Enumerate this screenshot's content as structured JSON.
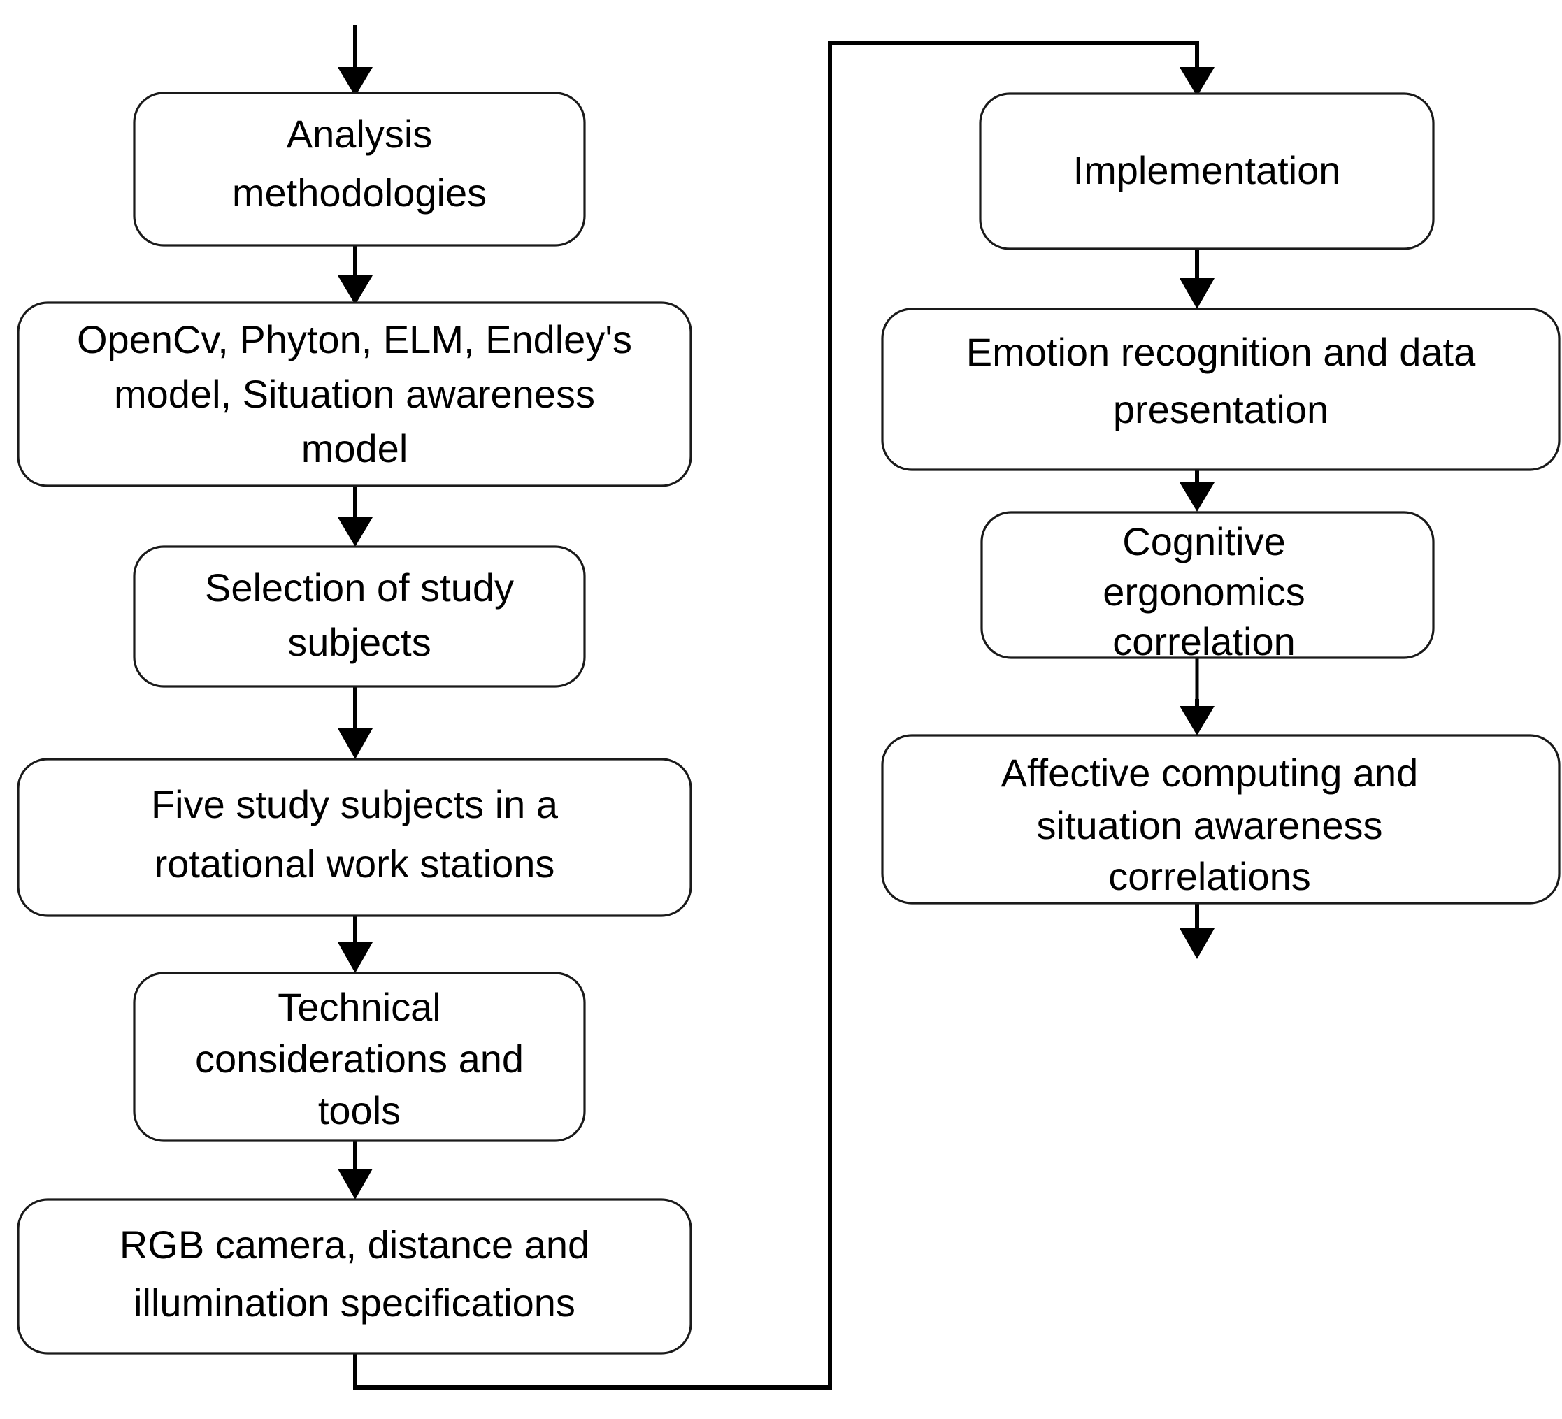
{
  "diagram": {
    "title": "Research methodology flowchart",
    "background_color": "#ffffff",
    "line_color": "#000000",
    "box_stroke_color": "#1a1a1a",
    "box_fill_color": "#ffffff",
    "text_color": "#000000"
  },
  "nodes": {
    "analysis_methodologies": {
      "id": "analysis-methodologies",
      "lines": [
        "Analysis",
        "methodologies"
      ]
    },
    "tools_models": {
      "id": "tools-models",
      "lines": [
        "OpenCv, Phyton, ELM, Endley's",
        "model, Situation awareness",
        "model"
      ]
    },
    "selection_of_subjects": {
      "id": "selection-of-study-subjects",
      "lines": [
        "Selection of study",
        "subjects"
      ]
    },
    "five_subjects": {
      "id": "five-study-subjects",
      "lines": [
        "Five study subjects in a",
        "rotational work stations"
      ]
    },
    "technical_considerations": {
      "id": "technical-considerations-and-tools",
      "lines": [
        "Technical",
        "considerations and",
        "tools"
      ]
    },
    "rgb_camera": {
      "id": "rgb-camera-specifications",
      "lines": [
        "RGB camera, distance and",
        "illumination specifications"
      ]
    },
    "implementation": {
      "id": "implementation",
      "lines": [
        "Implementation"
      ]
    },
    "emotion_recognition": {
      "id": "emotion-recognition-and-data-presentation",
      "lines": [
        "Emotion recognition and data",
        "presentation"
      ]
    },
    "cognitive_ergonomics": {
      "id": "cognitive-ergonomics-correlation",
      "lines": [
        "Cognitive",
        "ergonomics",
        "correlation"
      ]
    },
    "affective_computing": {
      "id": "affective-computing-and-situation-awareness-correlations",
      "lines": [
        "Affective computing and",
        "situation awareness",
        "correlations"
      ]
    }
  },
  "connectors": [
    {
      "id": "entry-arrow",
      "from": "external-input",
      "to": "analysis_methodologies",
      "kind": "arrow-down"
    },
    {
      "id": "analysis-to-tools",
      "from": "analysis_methodologies",
      "to": "tools_models",
      "kind": "arrow-down"
    },
    {
      "id": "tools-to-selection",
      "from": "tools_models",
      "to": "selection_of_subjects",
      "kind": "arrow-down"
    },
    {
      "id": "selection-to-five",
      "from": "selection_of_subjects",
      "to": "five_subjects",
      "kind": "arrow-down"
    },
    {
      "id": "five-to-technical",
      "from": "five_subjects",
      "to": "technical_considerations",
      "kind": "arrow-down"
    },
    {
      "id": "technical-to-rgb",
      "from": "technical_considerations",
      "to": "rgb_camera",
      "kind": "arrow-down"
    },
    {
      "id": "rgb-to-implementation-loop",
      "from": "rgb_camera",
      "to": "implementation",
      "kind": "elbow-loop"
    },
    {
      "id": "implementation-to-emotion",
      "from": "implementation",
      "to": "emotion_recognition",
      "kind": "arrow-down"
    },
    {
      "id": "emotion-to-cognitive",
      "from": "emotion_recognition",
      "to": "cognitive_ergonomics",
      "kind": "arrow-down"
    },
    {
      "id": "cognitive-to-affective",
      "from": "cognitive_ergonomics",
      "to": "affective_computing",
      "kind": "arrow-down"
    },
    {
      "id": "exit-arrow",
      "from": "affective_computing",
      "to": "external-output",
      "kind": "arrow-down"
    }
  ]
}
